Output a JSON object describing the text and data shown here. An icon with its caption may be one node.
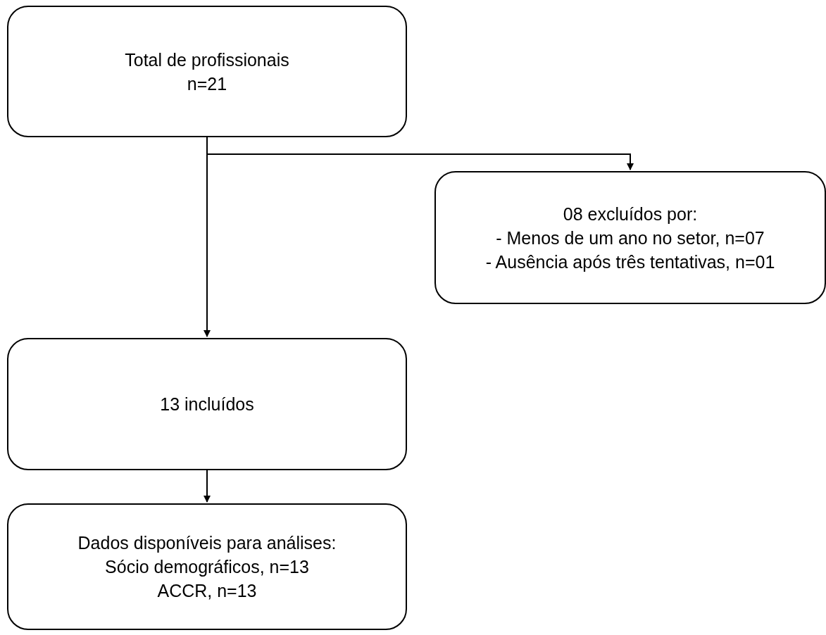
{
  "diagram": {
    "nodes": [
      {
        "text": [
          "Total de profissionais",
          "n=21"
        ]
      },
      {
        "text": [
          "08 excluídos por:",
          "- Menos de um ano no setor, n=07",
          "- Ausência após três tentativas, n=01"
        ]
      },
      {
        "text": [
          "13 incluídos"
        ]
      },
      {
        "text": [
          "Dados disponíveis para análises:",
          "Sócio demográficos, n=13",
          "ACCR, n=13"
        ]
      }
    ],
    "edges": [
      {
        "from": 0,
        "to": 1,
        "arrow": "to"
      },
      {
        "from": 0,
        "to": 2,
        "arrow": "to"
      },
      {
        "from": 2,
        "to": 3,
        "arrow": "to"
      }
    ]
  }
}
